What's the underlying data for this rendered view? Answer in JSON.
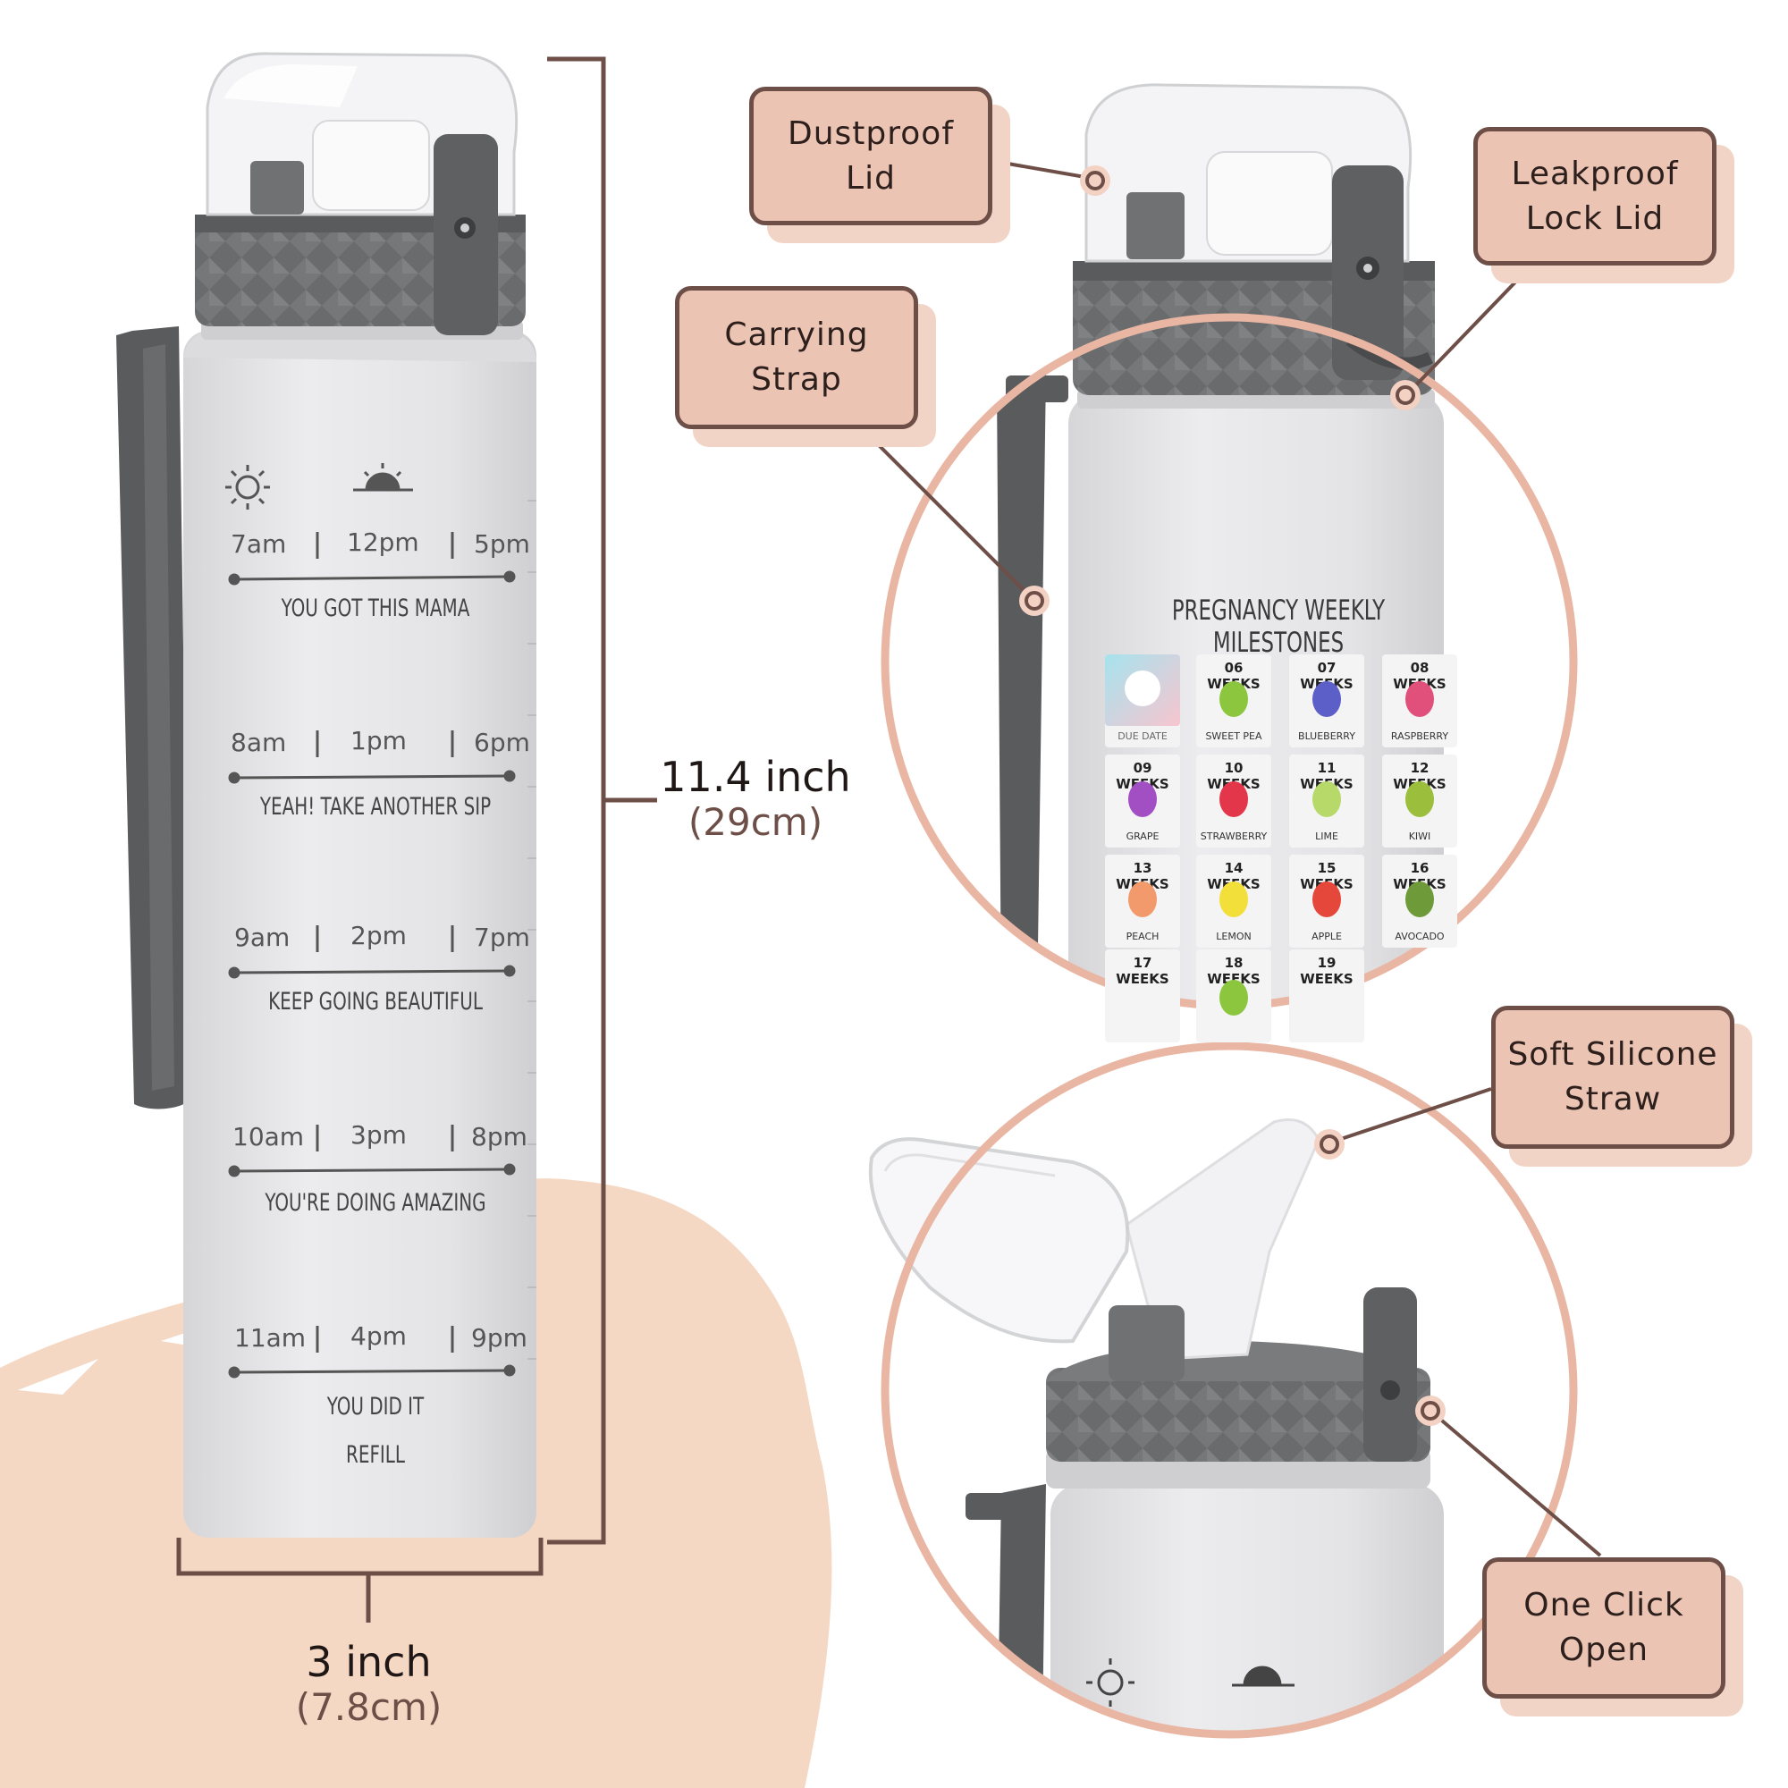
{
  "callouts": {
    "dustproof": {
      "line1": "Dustproof",
      "line2": "Lid"
    },
    "leakproof": {
      "line1": "Leakproof",
      "line2": "Lock Lid"
    },
    "carrying": {
      "line1": "Carrying",
      "line2": "Strap"
    },
    "straw": {
      "line1": "Soft Silicone",
      "line2": "Straw"
    },
    "oneclick": {
      "line1": "One Click",
      "line2": "Open"
    }
  },
  "dimensions": {
    "height_main": "11.4 inch",
    "height_sub": "(29cm)",
    "width_main": "3 inch",
    "width_sub": "(7.8cm)"
  },
  "bottle": {
    "rows": [
      {
        "t1": "7am",
        "t2": "12pm",
        "t3": "5pm",
        "msg": "YOU GOT THIS MAMA"
      },
      {
        "t1": "8am",
        "t2": "1pm",
        "t3": "6pm",
        "msg": "YEAH! TAKE ANOTHER SIP"
      },
      {
        "t1": "9am",
        "t2": "2pm",
        "t3": "7pm",
        "msg": "KEEP GOING BEAUTIFUL"
      },
      {
        "t1": "10am",
        "t2": "3pm",
        "t3": "8pm",
        "msg": "YOU'RE DOING AMAZING"
      },
      {
        "t1": "11am",
        "t2": "4pm",
        "t3": "9pm",
        "msg": "YOU DID IT"
      }
    ],
    "final_msg": "REFILL",
    "icons": [
      "sun-icon",
      "sunset-icon",
      "moon-icon"
    ]
  },
  "milestones": {
    "title": "PREGNANCY WEEKLY MILESTONES",
    "due_date": "DUE DATE",
    "cells": [
      {
        "week": "06 WEEKS",
        "fruit": "SWEET PEA",
        "color": "#8cc63f"
      },
      {
        "week": "07 WEEKS",
        "fruit": "BLUEBERRY",
        "color": "#5b5fc7"
      },
      {
        "week": "08 WEEKS",
        "fruit": "RASPBERRY",
        "color": "#e0507a"
      },
      {
        "week": "09 WEEKS",
        "fruit": "GRAPE",
        "color": "#a24fc4"
      },
      {
        "week": "10 WEEKS",
        "fruit": "STRAWBERRY",
        "color": "#e3364a"
      },
      {
        "week": "11 WEEKS",
        "fruit": "LIME",
        "color": "#b7d96a"
      },
      {
        "week": "12 WEEKS",
        "fruit": "KIWI",
        "color": "#9bbf3c"
      },
      {
        "week": "13 WEEKS",
        "fruit": "PEACH",
        "color": "#f29a6b"
      },
      {
        "week": "14 WEEKS",
        "fruit": "LEMON",
        "color": "#f2df3a"
      },
      {
        "week": "15 WEEKS",
        "fruit": "APPLE",
        "color": "#e5473a"
      },
      {
        "week": "16 WEEKS",
        "fruit": "AVOCADO",
        "color": "#6f9a3a"
      },
      {
        "week": "17 WEEKS",
        "fruit": "",
        "color": "#bbbbbb"
      },
      {
        "week": "18 WEEKS",
        "fruit": "",
        "color": "#8cc63f"
      },
      {
        "week": "19 WEEKS",
        "fruit": "",
        "color": "#dddddd"
      }
    ]
  },
  "colors": {
    "callout_fill": "#ecc4b4",
    "callout_border": "#6e4f48",
    "circle_ring": "#e9b6a3",
    "blob": "#f5d8c4",
    "bottle_body": "#e6e6e8",
    "bottle_cap": "#6d6e70"
  }
}
